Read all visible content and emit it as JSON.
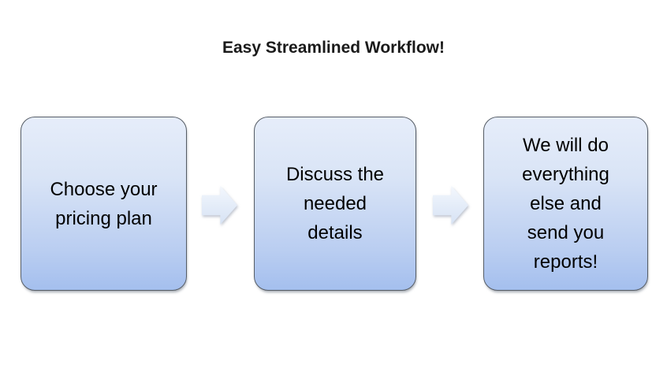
{
  "title": "Easy Streamlined Workflow!",
  "colors": {
    "background": "#ffffff",
    "title_color": "#1a1a1a",
    "box_top": "#e6edfa",
    "box_bottom": "#a4bfee",
    "box_border": "#565d66",
    "arrow_top": "#f3f7fd",
    "arrow_bottom": "#d6e2f4",
    "step_text_color": "#000000"
  },
  "steps": [
    {
      "name": "choose-pricing-plan",
      "text": "Choose your pricing plan",
      "lines": [
        "Choose your",
        "pricing plan"
      ]
    },
    {
      "name": "discuss-needed-details",
      "text": "Discuss the needed details",
      "lines": [
        "Discuss the",
        "needed",
        "details"
      ]
    },
    {
      "name": "we-do-everything-else",
      "text": "We will do everything else and send you reports!",
      "lines": [
        "We will do",
        "everything",
        "else and",
        "send you",
        "reports!"
      ]
    }
  ],
  "arrows": [
    {
      "name": "arrow-1",
      "direction": "right"
    },
    {
      "name": "arrow-2",
      "direction": "right"
    }
  ]
}
